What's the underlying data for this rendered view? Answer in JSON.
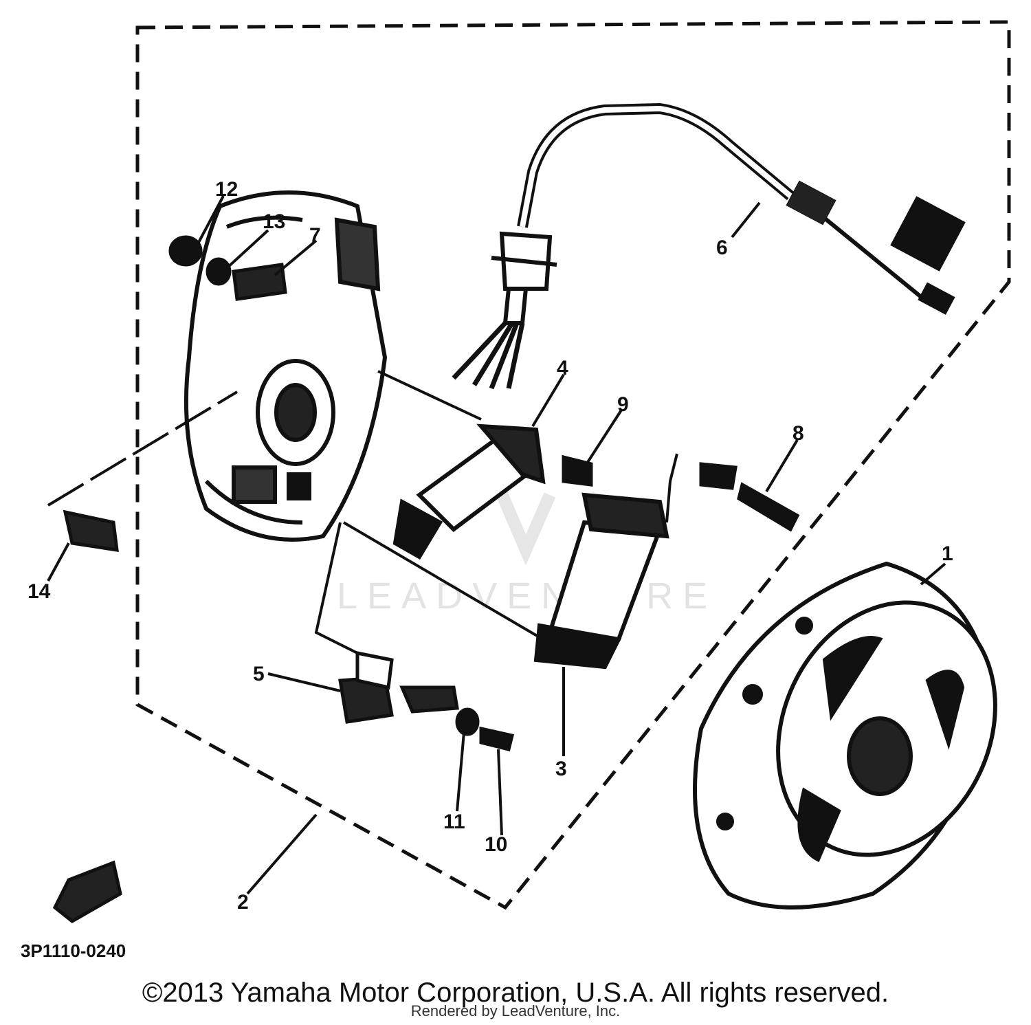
{
  "diagram": {
    "part_code": "3P1110-0240",
    "watermark": "LEADVENTURE",
    "callouts": [
      "1",
      "2",
      "3",
      "4",
      "5",
      "6",
      "7",
      "8",
      "9",
      "10",
      "11",
      "12",
      "13",
      "14"
    ]
  },
  "footer": {
    "copyright": "©2013 Yamaha Motor Corporation, U.S.A. All rights reserved.",
    "rendered_by": "Rendered by LeadVenture, Inc."
  }
}
